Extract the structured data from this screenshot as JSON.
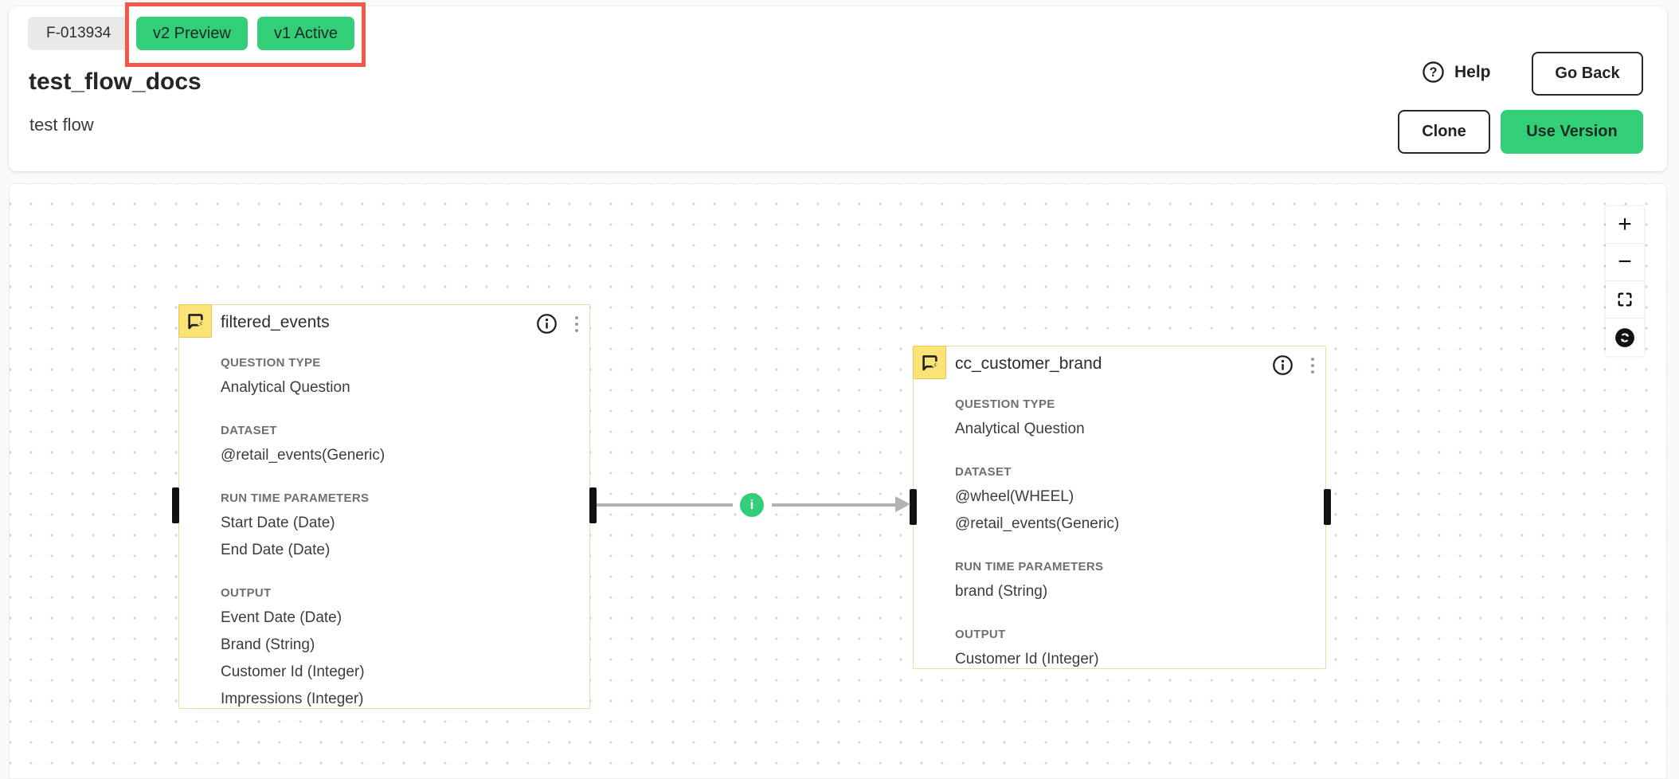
{
  "header": {
    "flow_id": "F-013934",
    "version_badges": [
      {
        "label": "v2 Preview"
      },
      {
        "label": "v1 Active"
      }
    ],
    "title": "test_flow_docs",
    "subtitle": "test flow",
    "actions": {
      "help": "Help",
      "go_back": "Go Back",
      "clone": "Clone",
      "use_version": "Use Version"
    }
  },
  "flow": {
    "nodes": [
      {
        "title": "filtered_events",
        "sections": [
          {
            "label": "QUESTION TYPE",
            "values": [
              "Analytical Question"
            ]
          },
          {
            "label": "DATASET",
            "values": [
              "@retail_events(Generic)"
            ]
          },
          {
            "label": "RUN TIME PARAMETERS",
            "values": [
              "Start Date (Date)",
              "End Date (Date)"
            ]
          },
          {
            "label": "OUTPUT",
            "values": [
              "Event Date (Date)",
              "Brand (String)",
              "Customer Id (Integer)",
              "Impressions (Integer)"
            ]
          }
        ]
      },
      {
        "title": "cc_customer_brand",
        "sections": [
          {
            "label": "QUESTION TYPE",
            "values": [
              "Analytical Question"
            ]
          },
          {
            "label": "DATASET",
            "values": [
              "@wheel(WHEEL)",
              "@retail_events(Generic)"
            ]
          },
          {
            "label": "RUN TIME PARAMETERS",
            "values": [
              "brand (String)"
            ]
          },
          {
            "label": "OUTPUT",
            "values": [
              "Customer Id (Integer)"
            ]
          }
        ]
      }
    ],
    "edge": {
      "info_glyph": "i"
    },
    "controls": {
      "zoom_in_glyph": "+",
      "zoom_out_glyph": "−"
    }
  },
  "colors": {
    "accent_green": "#32cf78",
    "annotation_red": "#f4564a",
    "node_border": "#f6d99b",
    "node_icon_bg": "#fbe377",
    "handle_black": "#111111",
    "edge_gray": "#b3b3b6"
  }
}
